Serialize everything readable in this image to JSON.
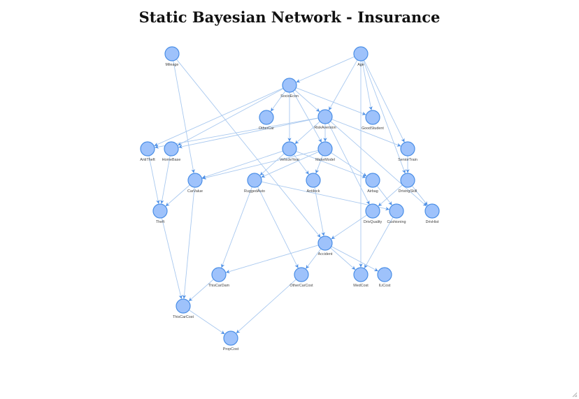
{
  "title": "Static Bayesian Network - Insurance",
  "colors": {
    "node_fill": "#9ec2fb",
    "node_stroke": "#4a8ee6",
    "edge": "#a8c8ef",
    "arrow": "#4a8ee6",
    "title": "#111111",
    "label": "#444444"
  },
  "nodes": [
    {
      "id": "Mileage",
      "label": "Mileage"
    },
    {
      "id": "Age",
      "label": "Age"
    },
    {
      "id": "SocioEcon",
      "label": "SocioEcon"
    },
    {
      "id": "OtherCar",
      "label": "OtherCar"
    },
    {
      "id": "RiskAversion",
      "label": "RiskAversion"
    },
    {
      "id": "GoodStudent",
      "label": "GoodStudent"
    },
    {
      "id": "AntiTheft",
      "label": "AntiTheft"
    },
    {
      "id": "HomeBase",
      "label": "HomeBase"
    },
    {
      "id": "VehicleYear",
      "label": "VehicleYear"
    },
    {
      "id": "MakeModel",
      "label": "MakeModel"
    },
    {
      "id": "SeniorTrain",
      "label": "SeniorTrain"
    },
    {
      "id": "CarValue",
      "label": "CarValue"
    },
    {
      "id": "RuggedAuto",
      "label": "RuggedAuto"
    },
    {
      "id": "Antilock",
      "label": "Antilock"
    },
    {
      "id": "Airbag",
      "label": "Airbag"
    },
    {
      "id": "DrivingSkill",
      "label": "DrivingSkill"
    },
    {
      "id": "Theft",
      "label": "Theft"
    },
    {
      "id": "DrivQuality",
      "label": "DrivQuality"
    },
    {
      "id": "Cushioning",
      "label": "Cushioning"
    },
    {
      "id": "DrivHist",
      "label": "DrivHist"
    },
    {
      "id": "Accident",
      "label": "Accident"
    },
    {
      "id": "ThisCarDam",
      "label": "ThisCarDam"
    },
    {
      "id": "OtherCarCost",
      "label": "OtherCarCost"
    },
    {
      "id": "MedCost",
      "label": "MedCost"
    },
    {
      "id": "ILiCost",
      "label": "ILiCost"
    },
    {
      "id": "ThisCarCost",
      "label": "ThisCarCost"
    },
    {
      "id": "PropCost",
      "label": "PropCost"
    }
  ],
  "edges": [
    [
      "Age",
      "SocioEcon"
    ],
    [
      "Age",
      "RiskAversion"
    ],
    [
      "Age",
      "GoodStudent"
    ],
    [
      "Age",
      "SeniorTrain"
    ],
    [
      "Age",
      "DrivingSkill"
    ],
    [
      "Age",
      "MedCost"
    ],
    [
      "Mileage",
      "CarValue"
    ],
    [
      "Mileage",
      "Accident"
    ],
    [
      "SocioEcon",
      "OtherCar"
    ],
    [
      "SocioEcon",
      "RiskAversion"
    ],
    [
      "SocioEcon",
      "GoodStudent"
    ],
    [
      "SocioEcon",
      "AntiTheft"
    ],
    [
      "SocioEcon",
      "HomeBase"
    ],
    [
      "SocioEcon",
      "VehicleYear"
    ],
    [
      "SocioEcon",
      "MakeModel"
    ],
    [
      "RiskAversion",
      "AntiTheft"
    ],
    [
      "RiskAversion",
      "HomeBase"
    ],
    [
      "RiskAversion",
      "VehicleYear"
    ],
    [
      "RiskAversion",
      "MakeModel"
    ],
    [
      "RiskAversion",
      "SeniorTrain"
    ],
    [
      "RiskAversion",
      "DrivQuality"
    ],
    [
      "RiskAversion",
      "DrivHist"
    ],
    [
      "AntiTheft",
      "Theft"
    ],
    [
      "HomeBase",
      "Theft"
    ],
    [
      "VehicleYear",
      "CarValue"
    ],
    [
      "VehicleYear",
      "RuggedAuto"
    ],
    [
      "VehicleYear",
      "Antilock"
    ],
    [
      "VehicleYear",
      "Airbag"
    ],
    [
      "MakeModel",
      "CarValue"
    ],
    [
      "MakeModel",
      "RuggedAuto"
    ],
    [
      "MakeModel",
      "Antilock"
    ],
    [
      "MakeModel",
      "Airbag"
    ],
    [
      "SeniorTrain",
      "DrivingSkill"
    ],
    [
      "CarValue",
      "Theft"
    ],
    [
      "CarValue",
      "ThisCarCost"
    ],
    [
      "RuggedAuto",
      "Cushioning"
    ],
    [
      "RuggedAuto",
      "ThisCarDam"
    ],
    [
      "RuggedAuto",
      "OtherCarCost"
    ],
    [
      "Antilock",
      "Accident"
    ],
    [
      "Airbag",
      "Cushioning"
    ],
    [
      "DrivingSkill",
      "DrivQuality"
    ],
    [
      "DrivingSkill",
      "DrivHist"
    ],
    [
      "Theft",
      "ThisCarCost"
    ],
    [
      "DrivQuality",
      "Accident"
    ],
    [
      "Cushioning",
      "MedCost"
    ],
    [
      "Accident",
      "ThisCarDam"
    ],
    [
      "Accident",
      "OtherCarCost"
    ],
    [
      "Accident",
      "MedCost"
    ],
    [
      "Accident",
      "ILiCost"
    ],
    [
      "ThisCarDam",
      "ThisCarCost"
    ],
    [
      "OtherCarCost",
      "PropCost"
    ],
    [
      "ThisCarCost",
      "PropCost"
    ]
  ]
}
